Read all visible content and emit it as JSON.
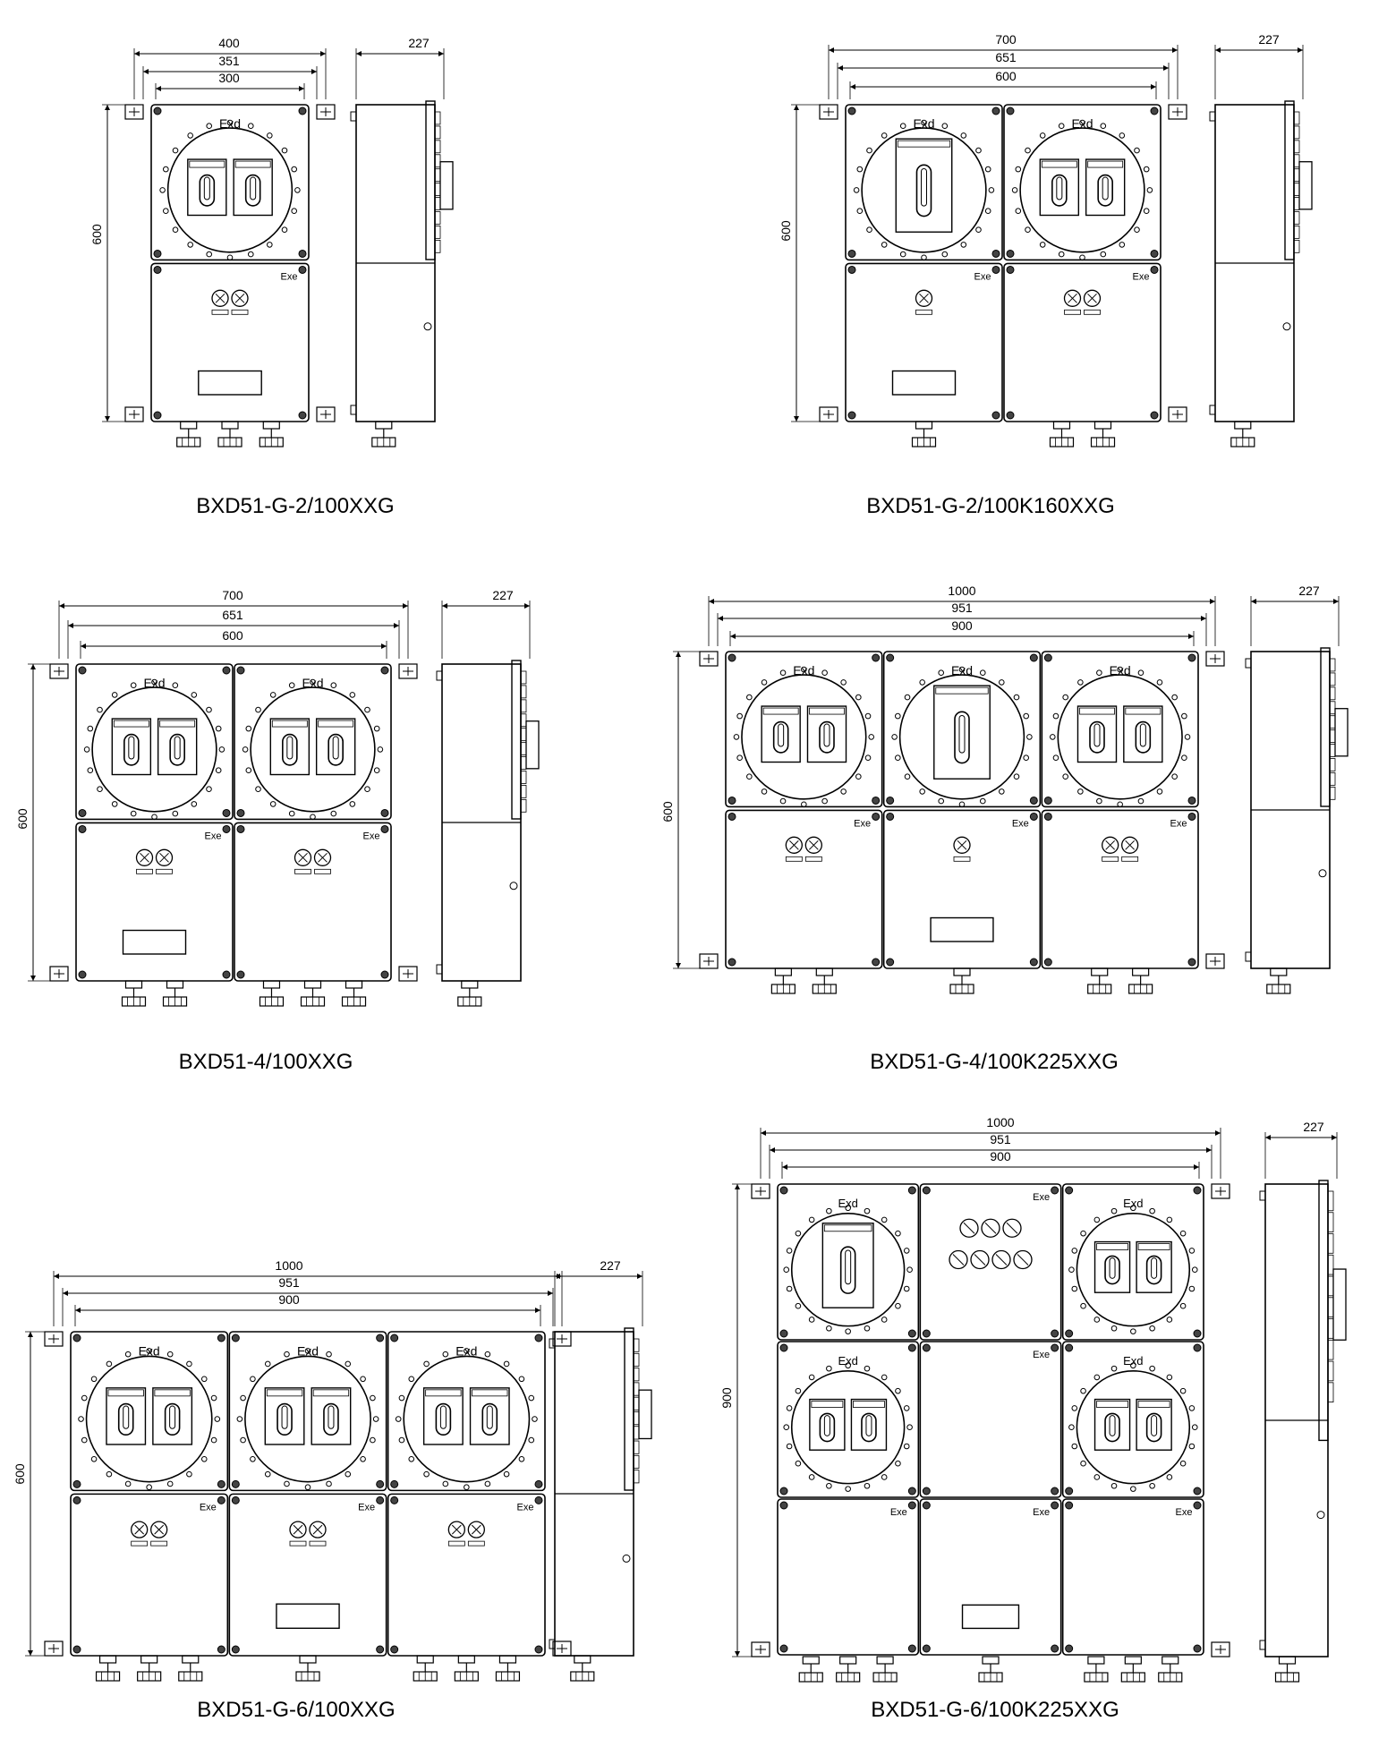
{
  "labels": {
    "exd": "Exd",
    "exe": "Exe"
  },
  "figures": [
    {
      "caption": "BXD51-G-2/100XXG",
      "dims": {
        "outer": "400",
        "middle": "351",
        "inner": "300",
        "height": "600",
        "depth": "227"
      },
      "cols": [
        {
          "top": "pair",
          "lamps": 2,
          "window": true
        }
      ],
      "glands": [
        [
          1,
          1,
          1
        ]
      ]
    },
    {
      "caption": "BXD51-G-2/100K160XXG",
      "dims": {
        "outer": "700",
        "middle": "651",
        "inner": "600",
        "height": "600",
        "depth": "227"
      },
      "cols": [
        {
          "top": "big",
          "lamps": 1,
          "window": true
        },
        {
          "top": "pair",
          "lamps": 2,
          "window": false
        }
      ],
      "glands": [
        [
          1
        ],
        [
          1,
          1
        ]
      ]
    },
    {
      "caption": "BXD51-4/100XXG",
      "dims": {
        "outer": "700",
        "middle": "651",
        "inner": "600",
        "height": "600",
        "depth": "227"
      },
      "cols": [
        {
          "top": "pair",
          "lamps": 2,
          "window": true
        },
        {
          "top": "pair",
          "lamps": 2,
          "window": false
        }
      ],
      "glands": [
        [
          1,
          1
        ],
        [
          1,
          1,
          1
        ]
      ]
    },
    {
      "caption": "BXD51-G-4/100K225XXG",
      "dims": {
        "outer": "1000",
        "middle": "951",
        "inner": "900",
        "height": "600",
        "depth": "227"
      },
      "cols": [
        {
          "top": "pair",
          "lamps": 2,
          "window": false
        },
        {
          "top": "big",
          "lamps": 1,
          "window": true
        },
        {
          "top": "pair",
          "lamps": 2,
          "window": false
        }
      ],
      "glands": [
        [
          1,
          1
        ],
        [
          1
        ],
        [
          1,
          1
        ]
      ]
    },
    {
      "caption": "BXD51-G-6/100XXG",
      "dims": {
        "outer": "1000",
        "middle": "951",
        "inner": "900",
        "height": "600",
        "depth": "227"
      },
      "cols": [
        {
          "top": "pair",
          "lamps": 2,
          "window": false
        },
        {
          "top": "pair",
          "lamps": 2,
          "window": true
        },
        {
          "top": "pair",
          "lamps": 2,
          "window": false
        }
      ],
      "glands": [
        [
          1,
          1,
          1
        ],
        [
          1
        ],
        [
          1,
          1,
          1
        ]
      ]
    },
    {
      "caption": "BXD51-G-6/100K225XXG",
      "dims": {
        "outer": "1000",
        "middle": "951",
        "inner": "900",
        "height": "900",
        "depth": "227"
      },
      "grid": "tall",
      "glands": [
        [
          1,
          1,
          1
        ],
        [
          1
        ],
        [
          1,
          1,
          1
        ]
      ]
    }
  ]
}
